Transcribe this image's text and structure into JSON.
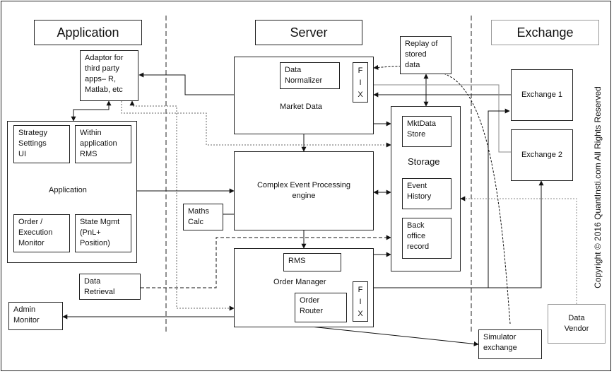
{
  "headers": {
    "application": "Application",
    "server": "Server",
    "exchange": "Exchange"
  },
  "application_side": {
    "adaptor": "Adaptor for\nthird party\napps– R,\nMatlab, etc",
    "strategy_settings": "Strategy\nSettings\nUI",
    "within_app_rms": "Within\napplication\nRMS",
    "application_label": "Application",
    "order_execution_monitor": "Order /\nExecution\nMonitor",
    "state_mgmt": "State Mgmt\n(PnL+\nPosition)",
    "data_retrieval": "Data\nRetrieval",
    "admin_monitor": "Admin\nMonitor"
  },
  "server_side": {
    "data_normalizer": "Data\nNormalizer",
    "fix_letters": [
      "F",
      "I",
      "X"
    ],
    "market_data": "Market Data",
    "cep_engine": "Complex Event Processing\nengine",
    "maths_calc": "Maths\nCalc",
    "rms": "RMS",
    "order_manager": "Order Manager",
    "order_router": "Order\nRouter"
  },
  "storage": {
    "replay": "Replay of\nstored\ndata",
    "mktdata_store": "MktData\nStore",
    "storage_label": "Storage",
    "event_history": "Event\nHistory",
    "back_office": "Back\noffice\nrecord"
  },
  "exchange_side": {
    "exchange1": "Exchange 1",
    "exchange2": "Exchange 2",
    "simulator": "Simulator\nexchange",
    "data_vendor": "Data\nVendor"
  },
  "copyright": "Copyright © 2016 QuantInsti.com All Rights Reserved"
}
